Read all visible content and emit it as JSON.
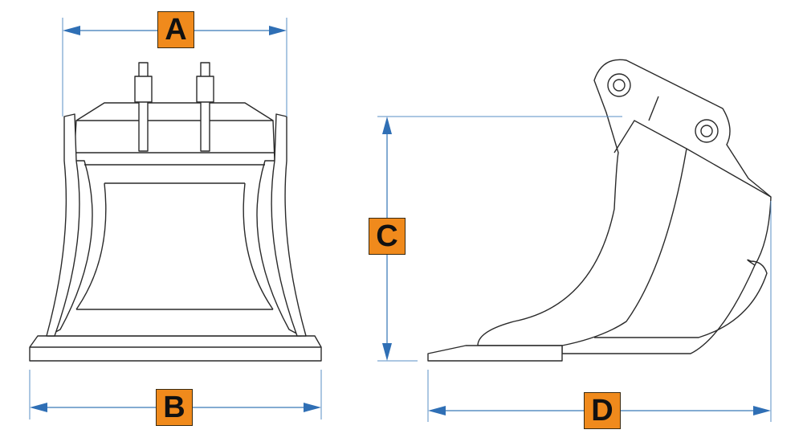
{
  "labels": {
    "a": "A",
    "b": "B",
    "c": "C",
    "d": "D"
  },
  "colors": {
    "label_fill": "#f08a1c",
    "dimension_line": "#5a8fc4",
    "outline": "#2a2a2a"
  }
}
